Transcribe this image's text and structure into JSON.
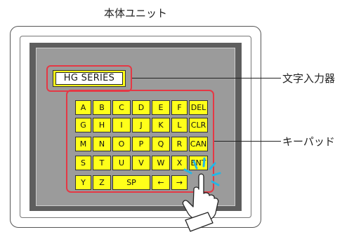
{
  "diagram": {
    "title": "本体ユニット",
    "entry_text": "HG SERIES",
    "labels": {
      "text_input": "文字入力器",
      "keypad": "キーパッド"
    },
    "keypad": {
      "rows": [
        [
          "A",
          "B",
          "C",
          "D",
          "E",
          "F",
          "DEL"
        ],
        [
          "G",
          "H",
          "I",
          "J",
          "K",
          "L",
          "CLR"
        ],
        [
          "M",
          "N",
          "O",
          "P",
          "Q",
          "R",
          "CAN"
        ],
        [
          "S",
          "T",
          "U",
          "V",
          "W",
          "X",
          "ENT"
        ],
        [
          "Y",
          "Z",
          "SP",
          "←",
          "→"
        ]
      ]
    },
    "colors": {
      "key_fill": "#ffff1a",
      "highlight": "#e53845",
      "screen": "#9b9b9b",
      "frame": "#5e5e5e",
      "tap_burst": "#23b7e6"
    }
  }
}
